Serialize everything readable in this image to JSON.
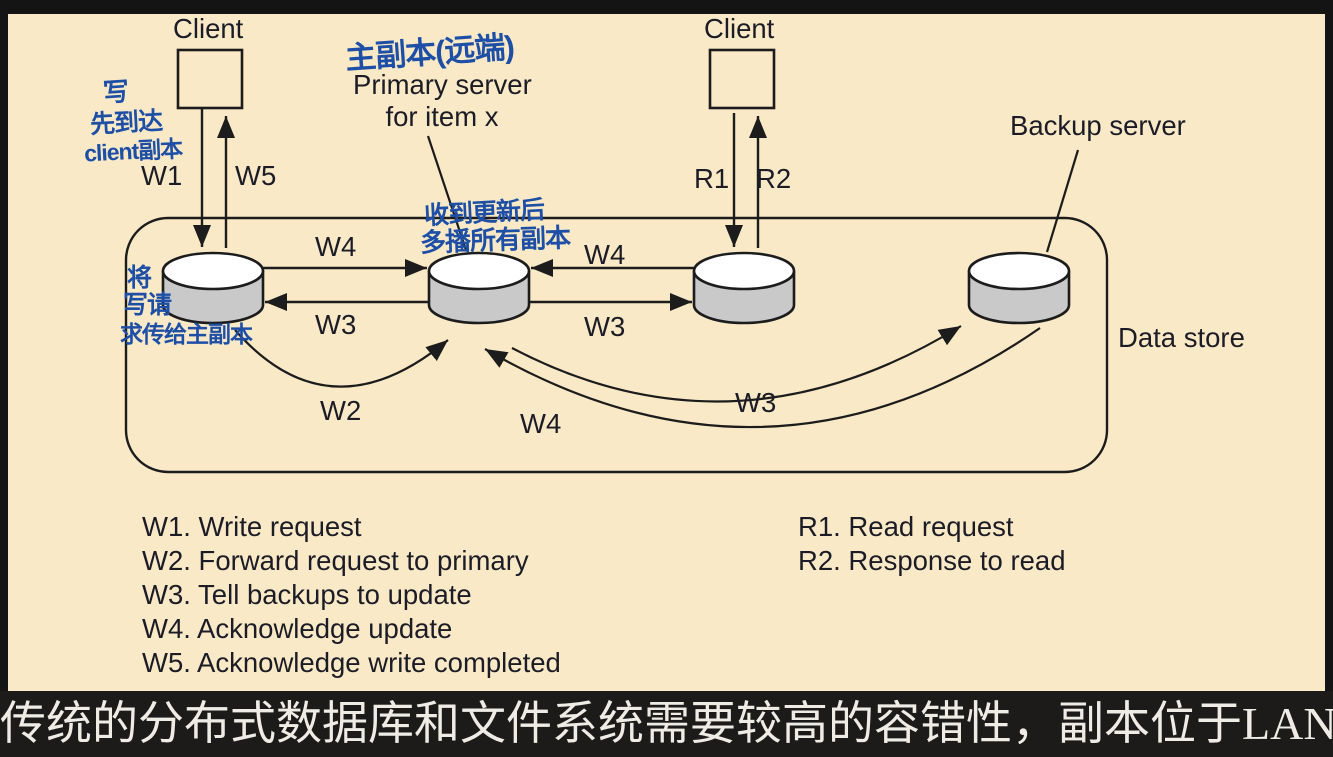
{
  "colors": {
    "panel_background": "#f9e9c6",
    "frame_background": "#141414",
    "printed_ink": "#1c1c26",
    "handwriting_blue": "#1e4fa6",
    "cylinder_body": "#c9c9c9",
    "cylinder_top": "#ffffff",
    "caption_bar_background": "#1c1b19",
    "caption_text": "#efece6"
  },
  "diagram": {
    "client_left": "Client",
    "client_right": "Client",
    "primary_line1": "Primary server",
    "primary_line2": "for item x",
    "backup": "Backup server",
    "data_store": "Data store",
    "arrows": {
      "w1": "W1",
      "w5": "W5",
      "r1": "R1",
      "r2": "R2",
      "w4_left": "W4",
      "w3_left": "W3",
      "w4_right": "W4",
      "w3_right": "W3",
      "w2": "W2",
      "w3_long": "W3",
      "w4_long": "W4"
    }
  },
  "handwritten": {
    "w1_note_line1": "写",
    "w1_note_line2": "先到达",
    "w1_note_line3": "client副本",
    "primary_note": "主副本(远端)",
    "multicast_note_line1": "收到更新后",
    "multicast_note_line2": "多播所有副本",
    "forward_note_line1": "将",
    "forward_note_line2": "写请",
    "forward_note_line3": "求传给主副本"
  },
  "legend": {
    "write_steps": [
      "W1. Write request",
      "W2. Forward request to primary",
      "W3. Tell backups to update",
      "W4. Acknowledge update",
      "W5. Acknowledge write completed"
    ],
    "read_steps": [
      "R1. Read request",
      "R2. Response to read"
    ]
  },
  "caption": "传统的分布式数据库和文件系统需要较高的容错性，副本位于LAN"
}
